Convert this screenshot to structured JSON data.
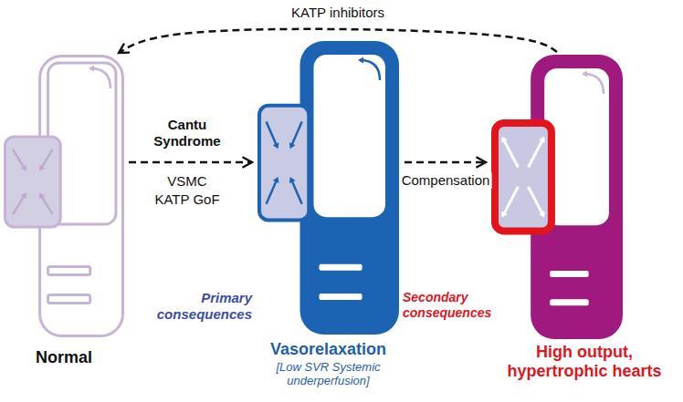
{
  "diagram": {
    "nodes": [
      {
        "text": [
          "Normal"
        ]
      },
      {
        "text": [
          "Vasorelaxation",
          "[Low SVR Systemic underperfusion]"
        ]
      },
      {
        "text": [
          "High output, hypertrophic hearts"
        ]
      }
    ],
    "edges": [
      {
        "from": 0,
        "to": 1,
        "arrow": "to"
      },
      {
        "from": 1,
        "to": 2,
        "arrow": "to",
        "label": "Compensation"
      },
      {
        "from": 2,
        "to": 0,
        "arrow": "to",
        "label": "KATP inhibitors"
      }
    ],
    "labels": [
      "Cantu Syndrome",
      "VSMC",
      "KATP GoF",
      "Primary consequences",
      "Secondary consequences"
    ]
  }
}
